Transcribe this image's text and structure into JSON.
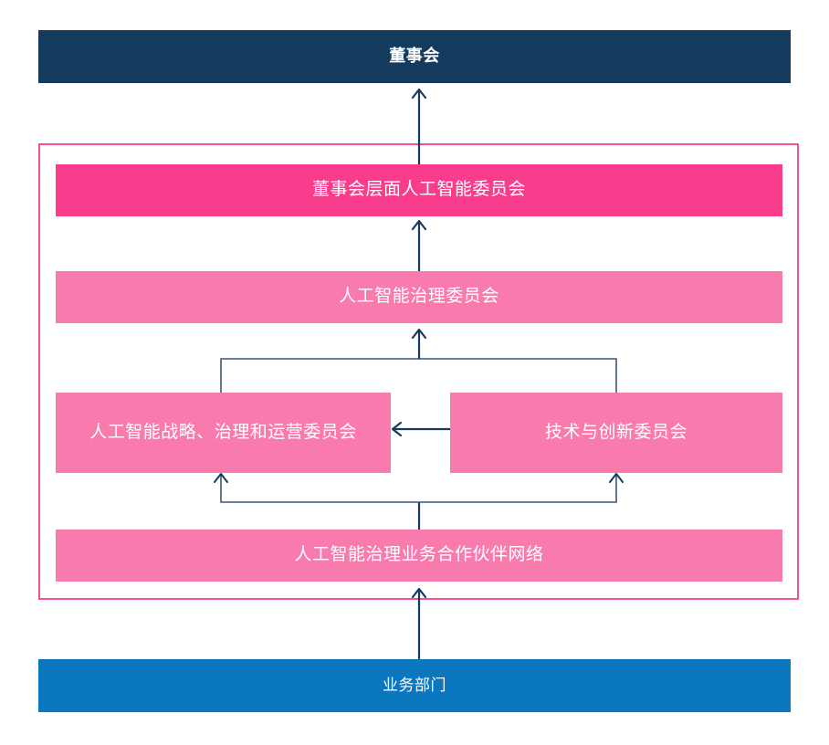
{
  "diagram": {
    "title_text": "",
    "colors": {
      "navy": "#143A5E",
      "blue": "#0B77BF",
      "pink_strong": "#F93C8B",
      "pink_light": "#F97BAE",
      "frame_border": "#F74E96",
      "connector": "#143A5E",
      "background": "#FFFFFF"
    },
    "nodes": {
      "board": "董事会",
      "board_level_ai_committee": "董事会层面人工智能委员会",
      "ai_governance_committee": "人工智能治理委员会",
      "ai_strategy_governance_operations_committee": "人工智能战略、治理和运营委员会",
      "technology_innovation_committee": "技术与创新委员会",
      "ai_governance_business_partner_network": "人工智能治理业务合作伙伴网络",
      "business_units": "业务部门"
    },
    "connections": [
      {
        "from": "board_level_ai_committee",
        "to": "board",
        "type": "arrow-up"
      },
      {
        "from": "ai_governance_committee",
        "to": "board_level_ai_committee",
        "type": "arrow-up"
      },
      {
        "from": "ai_strategy_governance_operations_committee",
        "to": "ai_governance_committee",
        "type": "bracket-up"
      },
      {
        "from": "technology_innovation_committee",
        "to": "ai_governance_committee",
        "type": "bracket-up"
      },
      {
        "from": "technology_innovation_committee",
        "to": "ai_strategy_governance_operations_committee",
        "type": "arrow-left"
      },
      {
        "from": "ai_governance_business_partner_network",
        "to": "ai_strategy_governance_operations_committee",
        "type": "bracket-up"
      },
      {
        "from": "ai_governance_business_partner_network",
        "to": "technology_innovation_committee",
        "type": "bracket-up"
      },
      {
        "from": "business_units",
        "to": "ai_governance_business_partner_network",
        "type": "arrow-up"
      }
    ]
  }
}
